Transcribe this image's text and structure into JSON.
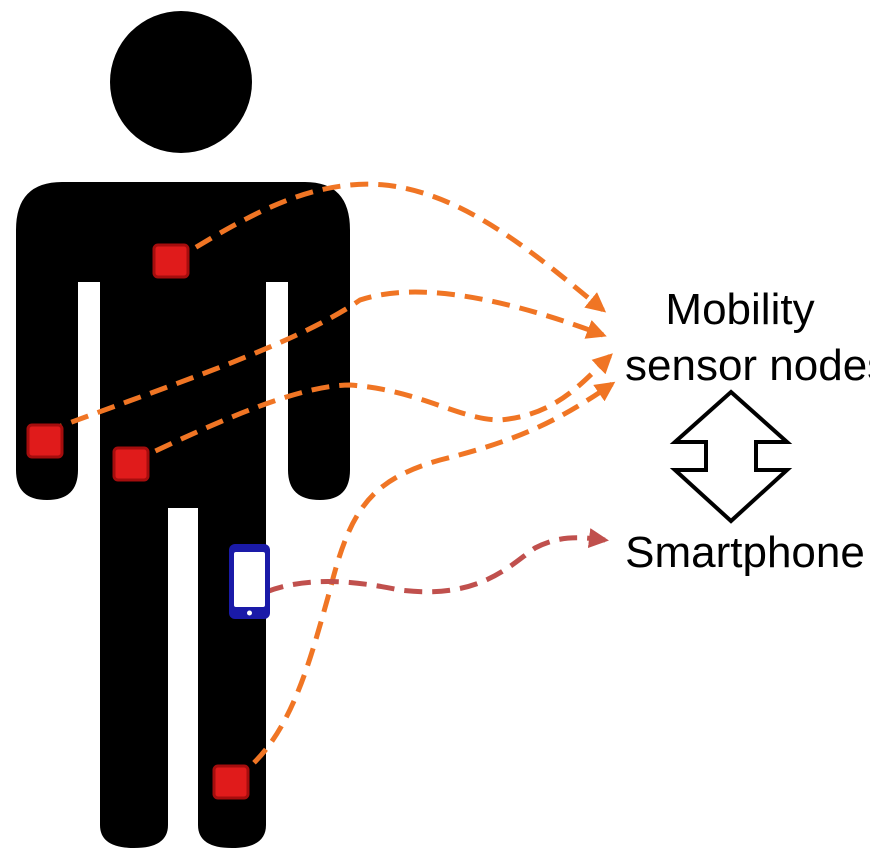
{
  "labels": {
    "sensor_line1": "Mobility",
    "sensor_line2": "sensor nodes",
    "smartphone": "Smartphone"
  },
  "colors": {
    "figure": "#000000",
    "sensor_fill": "#e01b1b",
    "sensor_border": "#a50d0d",
    "sensor_arrow": "#f07524",
    "phone_arrow": "#c0504d",
    "phone_body": "#1a1aa8",
    "phone_screen": "#ffffff",
    "bidirectional_arrow_fill": "#ffffff",
    "bidirectional_arrow_stroke": "#000000"
  },
  "nodes": [
    {
      "id": "chest-sensor",
      "type": "sensor"
    },
    {
      "id": "wrist-sensor",
      "type": "sensor"
    },
    {
      "id": "hip-sensor",
      "type": "sensor"
    },
    {
      "id": "ankle-sensor",
      "type": "sensor"
    },
    {
      "id": "smartphone",
      "type": "phone"
    }
  ],
  "icons": [
    "human-figure-icon",
    "sensor-node-icon",
    "smartphone-icon",
    "bidirectional-arrow-icon"
  ]
}
